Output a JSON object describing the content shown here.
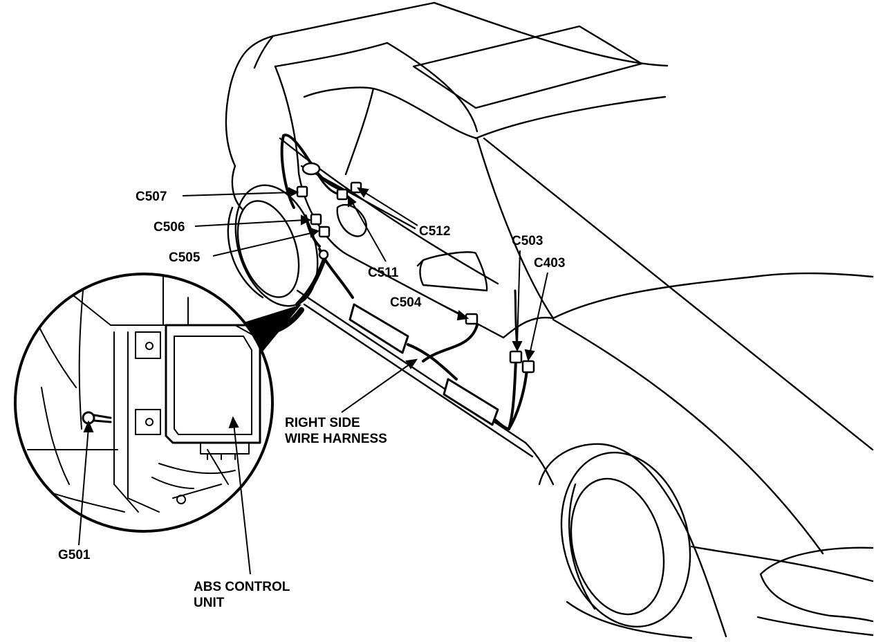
{
  "colors": {
    "ink": "#000000",
    "paper": "#ffffff"
  },
  "labels": {
    "c507": "C507",
    "c506": "C506",
    "c505": "C505",
    "c511": "C511",
    "c512": "C512",
    "c503": "C503",
    "c403": "C403",
    "c504": "C504",
    "harness_line1": "RIGHT SIDE",
    "harness_line2": "WIRE HARNESS",
    "g501": "G501",
    "abs_line1": "ABS CONTROL",
    "abs_line2": "UNIT"
  }
}
